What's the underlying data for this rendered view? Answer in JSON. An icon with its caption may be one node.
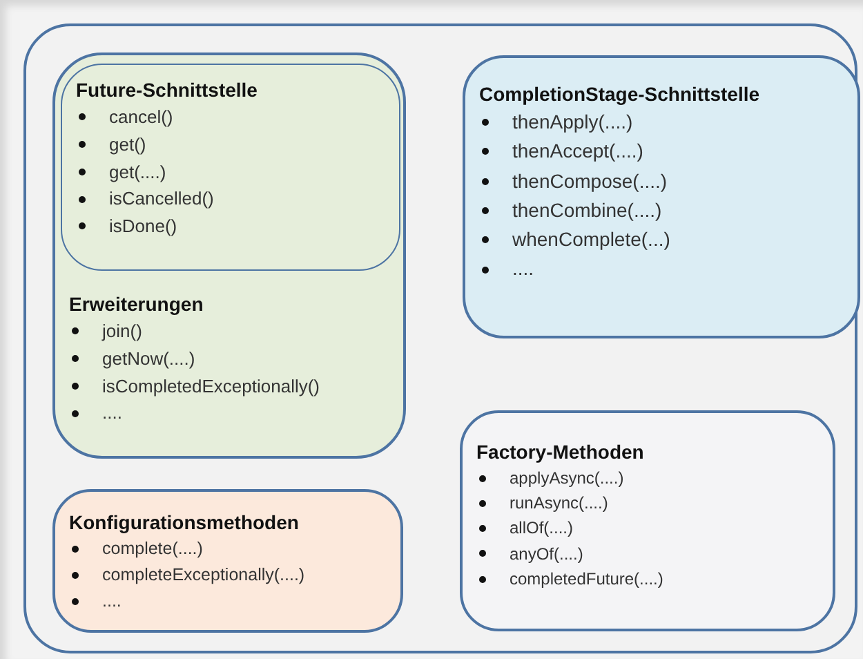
{
  "diagram": {
    "nodes": [
      {
        "text": [],
        "shape": "box"
      },
      {
        "text": [
          "Erweiterungen",
          "join()",
          "getNow(....)",
          "isCompletedExceptionally()",
          "...."
        ],
        "in": 0
      },
      {
        "text": [
          "Future-Schnittstelle",
          "cancel()",
          "get()",
          "get(....)",
          "isCancelled()",
          "isDone()"
        ],
        "in": 1
      },
      {
        "text": [
          "CompletionStage-Schnittstelle",
          "thenApply(....)",
          "thenAccept(....)",
          "thenCompose(....)",
          "thenCombine(....)",
          "whenComplete(...)",
          "...."
        ],
        "in": 0
      },
      {
        "text": [
          "Factory-Methoden",
          "applyAsync(....)",
          "runAsync(....)",
          "allOf(....)",
          "anyOf(....)",
          "completedFuture(....)"
        ],
        "in": 0
      },
      {
        "text": [
          "Konfigurationsmethoden",
          "complete(....)",
          "completeExceptionally(....)",
          "...."
        ],
        "in": 0
      }
    ]
  }
}
